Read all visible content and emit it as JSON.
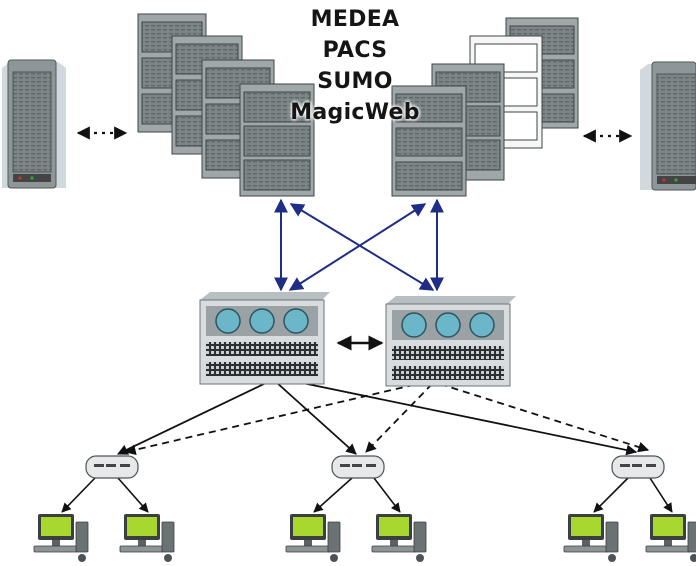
{
  "server_labels": [
    "MEDEA",
    "PACS",
    "SUMO",
    "MagicWeb"
  ],
  "colors": {
    "rack_fill": "#9fa7a8",
    "rack_panel": "#7c8586",
    "rack_white": "#f6f6f6",
    "switch_body": "#d8dcde",
    "fan": "#6bb6c9",
    "link_blue": "#1f2d86",
    "link_black": "#111111",
    "screen": "#a8d830",
    "text": "#151515"
  },
  "icons": {
    "standalone_server": "tower-server-icon",
    "server_cluster": "rack-server-icon",
    "core_switch": "core-switch-icon",
    "access_switch": "hub-icon",
    "client": "workstation-icon"
  },
  "structure": {
    "server_clusters": 2,
    "standalone_servers": 2,
    "core_switches": 2,
    "access_switches": 3,
    "workstations_per_access_switch": 2
  }
}
